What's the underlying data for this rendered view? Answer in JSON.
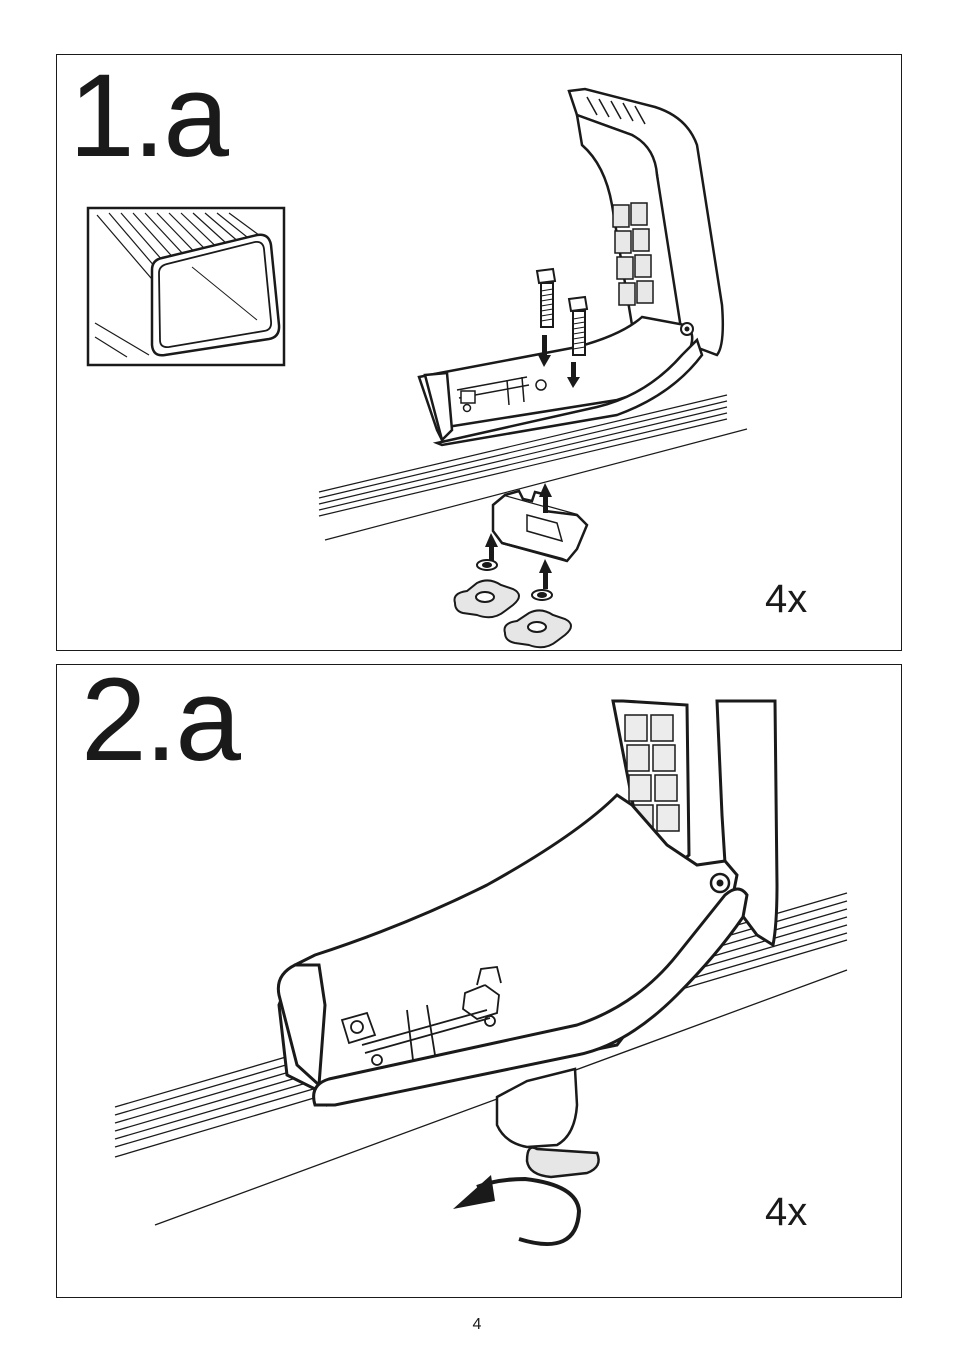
{
  "steps": [
    {
      "label": "1.a",
      "quantity": "4x",
      "illustration": "mount-foot-assembly-exploded",
      "inset": "rectangular-roof-bar-profile"
    },
    {
      "label": "2.a",
      "quantity": "4x",
      "illustration": "tighten-knob-rotation",
      "rotation_icon": "counterclockwise-arrow-icon"
    }
  ],
  "page": {
    "number": "4"
  },
  "colors": {
    "ink": "#1a1a1a",
    "paper": "#ffffff",
    "shade": "#d9d9d9"
  }
}
